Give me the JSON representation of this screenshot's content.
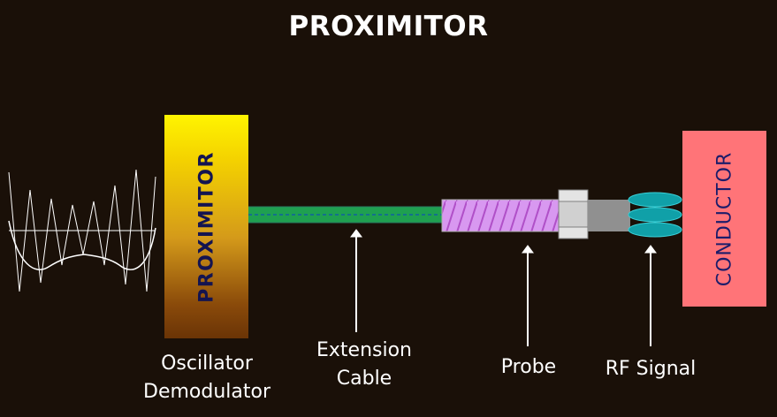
{
  "title": "PROXIMITOR",
  "blocks": {
    "proximitor": "PROXIMITOR",
    "conductor": "CONDUCTOR"
  },
  "labels": {
    "oscillator_line1": "Oscillator",
    "oscillator_line2": "Demodulator",
    "extension_line1": "Extension",
    "extension_line2": "Cable",
    "probe": "Probe",
    "rf_signal": "RF Signal"
  },
  "colors": {
    "background": "#1a1008",
    "extension_cable": "#1fa050",
    "probe_body": "#d898f0",
    "rf_signal": "#10a0a8",
    "conductor": "#ff7478"
  }
}
